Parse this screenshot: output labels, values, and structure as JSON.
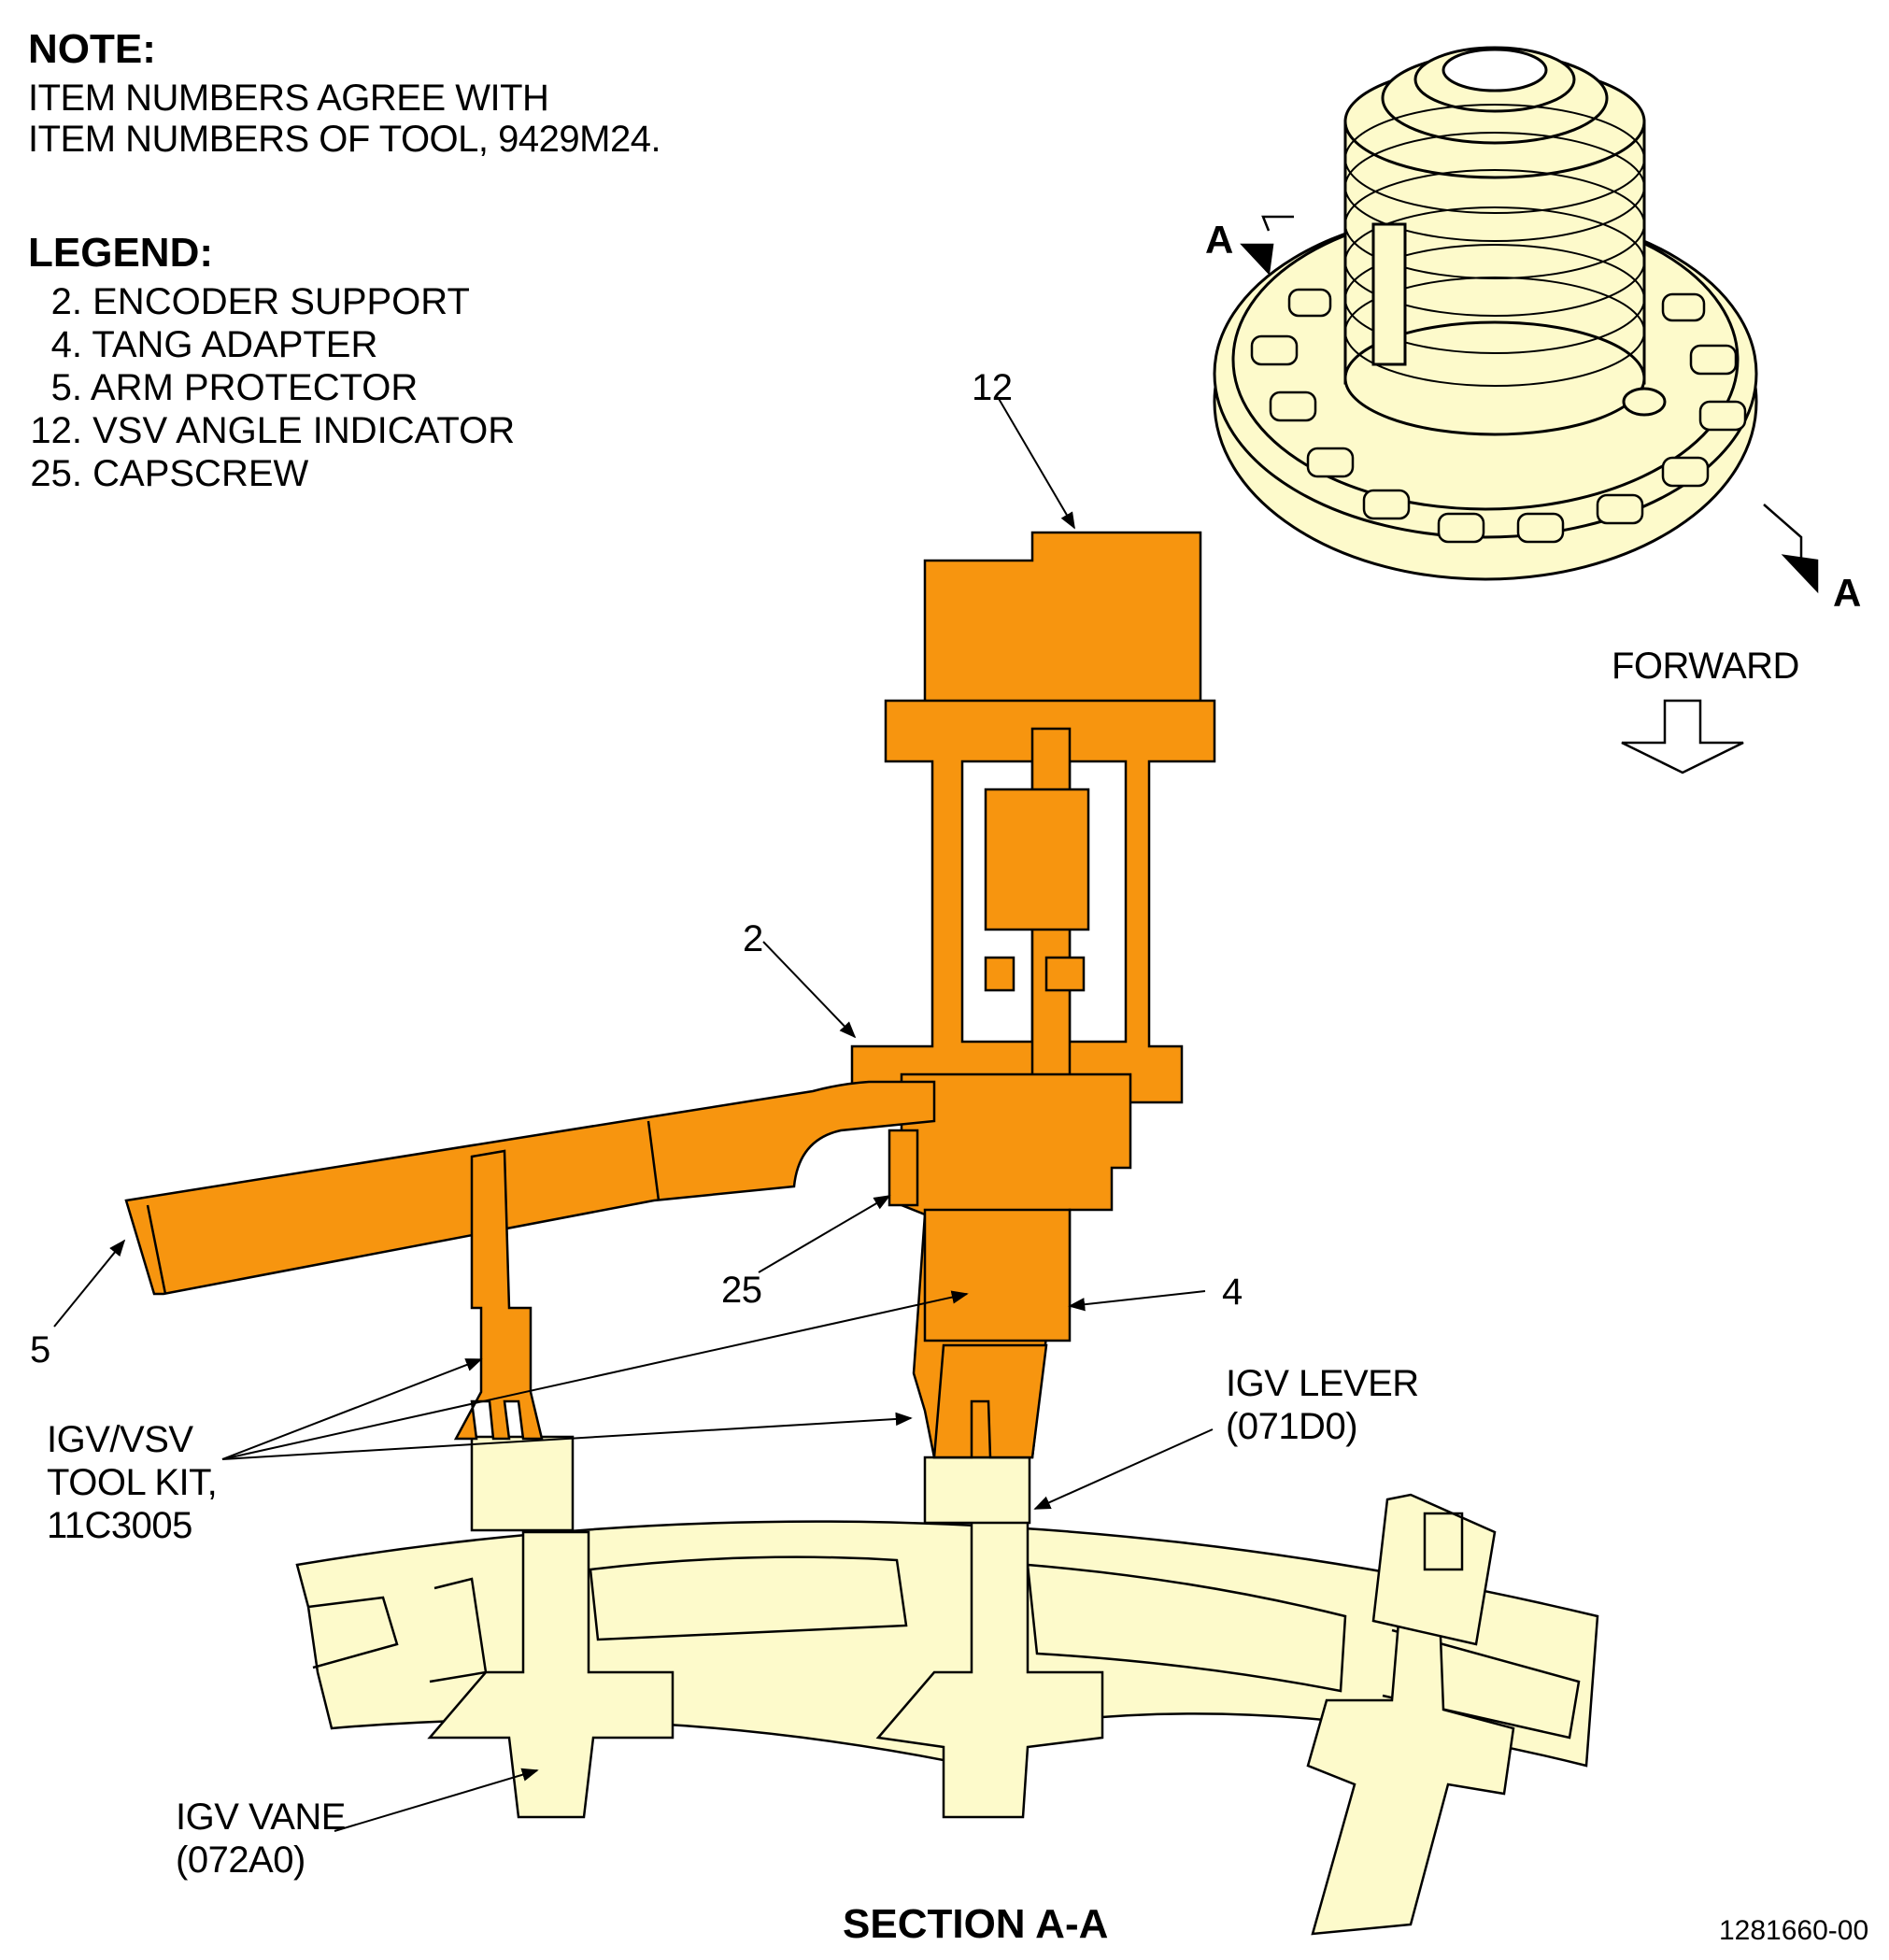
{
  "note": {
    "heading": "NOTE:",
    "lines": [
      "ITEM NUMBERS AGREE WITH",
      "ITEM NUMBERS OF TOOL, 9429M24."
    ]
  },
  "legend": {
    "heading": "LEGEND:",
    "items": [
      {
        "num": "2.",
        "label": "ENCODER SUPPORT"
      },
      {
        "num": "4.",
        "label": "TANG ADAPTER"
      },
      {
        "num": "5.",
        "label": "ARM PROTECTOR"
      },
      {
        "num": "12.",
        "label": "VSV ANGLE INDICATOR"
      },
      {
        "num": "25.",
        "label": "CAPSCREW"
      }
    ]
  },
  "callouts": {
    "c12": "12",
    "c2": "2",
    "c25": "25",
    "c4": "4",
    "c5": "5",
    "tool_kit": "IGV/VSV\nTOOL KIT,\n11C3005",
    "igv_lever": "IGV LEVER\n(071D0)",
    "igv_vane": "IGV VANE\n(072A0)"
  },
  "view": {
    "section_marker_1": "A",
    "section_marker_2": "A",
    "forward_label": "FORWARD"
  },
  "section_title": "SECTION A-A",
  "figure_id": "1281660-00",
  "colors": {
    "tool_orange": "#F7950F",
    "part_yellow": "#FDFACB",
    "outline": "#000000"
  }
}
